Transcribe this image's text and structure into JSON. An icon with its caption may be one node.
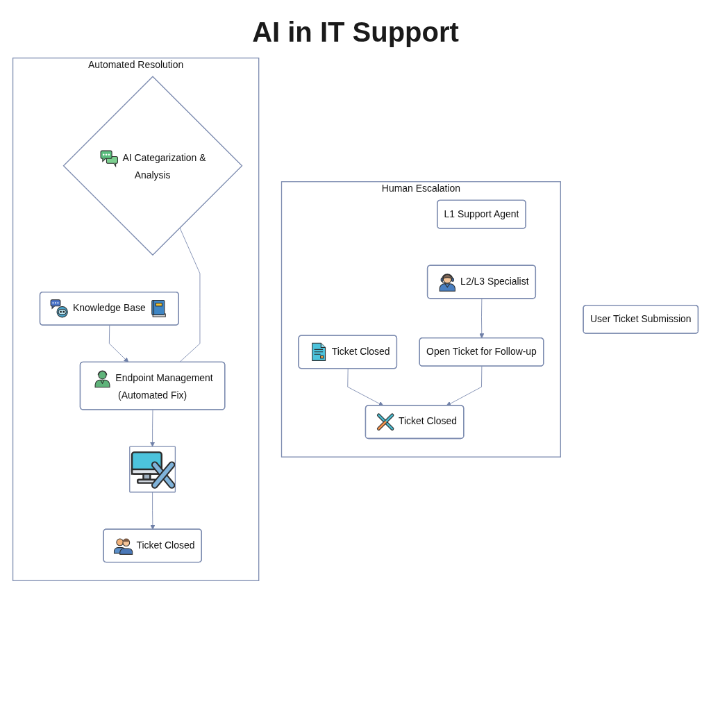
{
  "diagram": {
    "title": "AI in IT Support",
    "nodes": [
      {
        "text": [
          "User Ticket Submission"
        ]
      },
      {
        "text": [
          "Automated Resolution"
        ]
      },
      {
        "text": [
          "AI Categarization & Analysis"
        ],
        "in": 1
      },
      {
        "text": [
          "Knowledge Base"
        ],
        "in": 1
      },
      {
        "text": [
          "Endpoint Management (Automated Fix)"
        ],
        "in": 1
      },
      {
        "text": [],
        "shape": "picture",
        "in": 1
      },
      {
        "text": [
          "Ticket Closed"
        ],
        "in": 1
      },
      {
        "text": [
          "Human Escalation"
        ]
      },
      {
        "text": [
          "Ticket Closed"
        ],
        "in": 7
      },
      {
        "text": [
          "Ticket Closed"
        ],
        "in": 7
      },
      {
        "text": [
          "L1 Support Agent"
        ],
        "in": 7
      },
      {
        "text": [
          "L2/L3 Specialist"
        ],
        "in": 7
      },
      {
        "text": [
          "Open Ticket for Follow-up"
        ],
        "in": 7
      }
    ],
    "edges": [
      {
        "from": 3,
        "to": 4,
        "arrow": "to"
      },
      {
        "from": 4,
        "to": 5,
        "arrow": "to"
      },
      {
        "from": 5,
        "to": 6,
        "arrow": "to"
      },
      {
        "from": 2,
        "to": 4,
        "arrow": "none"
      },
      {
        "from": 8,
        "to": 9,
        "arrow": "to"
      },
      {
        "from": 11,
        "to": 12,
        "arrow": "to"
      },
      {
        "from": 12,
        "to": 9,
        "arrow": "to"
      }
    ]
  }
}
